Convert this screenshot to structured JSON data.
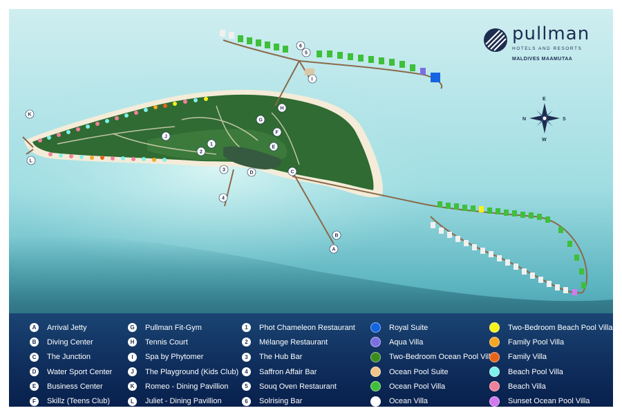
{
  "brand": {
    "name": "pullman",
    "tagline": "HOTELS AND RESORTS",
    "location": "MALDIVES MAAMUTAA"
  },
  "compass": {
    "n": "N",
    "e": "E",
    "s": "S",
    "w": "W"
  },
  "map_labels": {
    "A": "A",
    "B": "B",
    "C": "C",
    "D": "D",
    "E": "E",
    "F": "F",
    "G": "G",
    "H": "H",
    "I": "I",
    "J": "J",
    "K": "K",
    "L": "L",
    "n1": "1",
    "n2": "2",
    "n3": "3",
    "n4": "4",
    "n5": "5",
    "n6": "6"
  },
  "legend": {
    "facilities": [
      {
        "key": "A",
        "label": "Arrival Jetty"
      },
      {
        "key": "B",
        "label": "Diving Center"
      },
      {
        "key": "C",
        "label": "The Junction"
      },
      {
        "key": "D",
        "label": "Water Sport Center"
      },
      {
        "key": "E",
        "label": "Business Center"
      },
      {
        "key": "F",
        "label": "Skillz (Teens Club)"
      }
    ],
    "facilities2": [
      {
        "key": "G",
        "label": "Pullman Fit-Gym"
      },
      {
        "key": "H",
        "label": "Tennis Court"
      },
      {
        "key": "I",
        "label": "Spa by Phytomer"
      },
      {
        "key": "J",
        "label": "The Playground (Kids Club)"
      },
      {
        "key": "K",
        "label": "Romeo - Dining Pavillion"
      },
      {
        "key": "L",
        "label": "Juliet - Dining Pavillion"
      }
    ],
    "dining": [
      {
        "key": "1",
        "label": "Phot Chameleon Restaurant"
      },
      {
        "key": "2",
        "label": "Mélange Restaurant"
      },
      {
        "key": "3",
        "label": "The Hub Bar"
      },
      {
        "key": "4",
        "label": "Saffron Affair Bar"
      },
      {
        "key": "5",
        "label": "Souq Oven Restaurant"
      },
      {
        "key": "6",
        "label": "Solrising Bar"
      }
    ],
    "villas1": [
      {
        "color": "#1565e0",
        "label": "Royal Suite"
      },
      {
        "color": "#7b6fe0",
        "label": "Aqua Villa"
      },
      {
        "color": "#3a8c1c",
        "label": "Two-Bedroom Ocean Pool Villa"
      },
      {
        "color": "#f2c48a",
        "label": "Ocean Pool Suite"
      },
      {
        "color": "#3fbf3a",
        "label": "Ocean Pool Villa"
      },
      {
        "color": "#ffffff",
        "label": "Ocean Villa"
      }
    ],
    "villas2": [
      {
        "color": "#f5f21a",
        "label": "Two-Bedroom Beach Pool Villa"
      },
      {
        "color": "#f5a623",
        "label": "Family Pool Villa"
      },
      {
        "color": "#e8631a",
        "label": "Family Villa"
      },
      {
        "color": "#7ff0ea",
        "label": "Beach Pool Villa"
      },
      {
        "color": "#f08098",
        "label": "Beach Villa"
      },
      {
        "color": "#d07af0",
        "label": "Sunset Ocean Pool Villa"
      }
    ]
  }
}
